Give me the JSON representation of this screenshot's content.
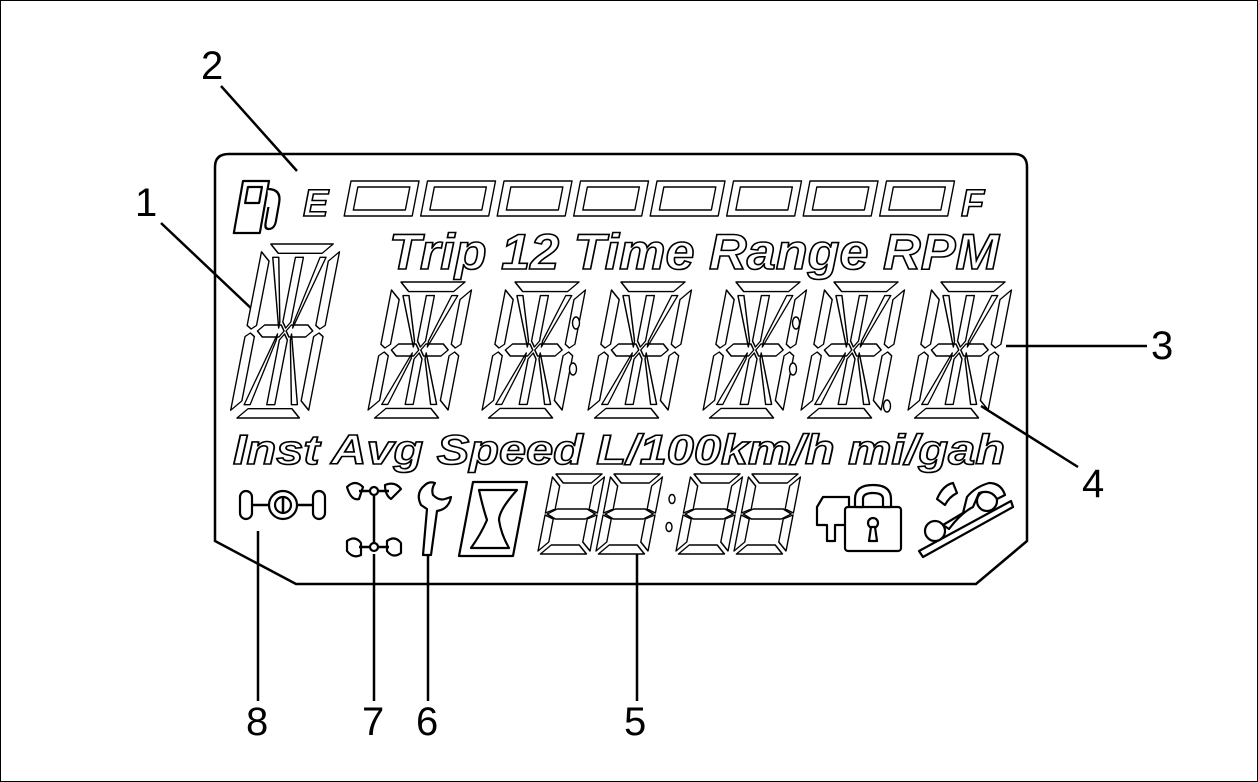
{
  "callouts": {
    "c1": "1",
    "c2": "2",
    "c3": "3",
    "c4": "4",
    "c5": "5",
    "c6": "6",
    "c7": "7",
    "c8": "8"
  },
  "fuel_gauge": {
    "empty_label": "E",
    "full_label": "F",
    "bar_count": 8,
    "icon": "fuel-pump-icon"
  },
  "mode_labels": "Trip 12 Time Range RPM",
  "unit_labels": "Inst Avg Speed L/100km/h mi/gah",
  "indicators": [
    "differential-lock-icon",
    "4wd-drivetrain-icon",
    "wrench-service-icon",
    "hourglass-icon",
    "vehicle-lock-icon",
    "hill-descent-icon"
  ]
}
